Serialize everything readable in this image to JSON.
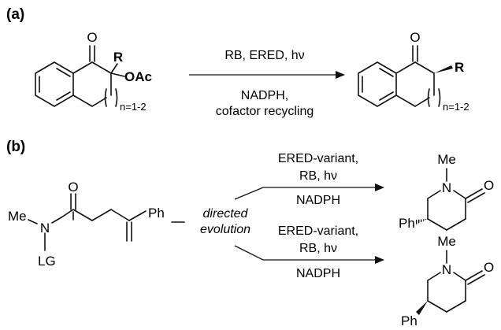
{
  "panel_a": {
    "label": "(a)",
    "reactant": {
      "carbonyl": "O",
      "substituent": "R",
      "leaving_group": "OAc",
      "ring_index": "n=1-2"
    },
    "conditions_above": "RB, ERED, hν",
    "conditions_below_1": "NADPH,",
    "conditions_below_2": "cofactor recycling",
    "product": {
      "carbonyl": "O",
      "substituent": "R",
      "ring_index": "n=1-2"
    }
  },
  "panel_b": {
    "label": "(b)",
    "substrate": {
      "methyl": "Me",
      "nitrogen": "N",
      "carbonyl": "O",
      "leaving_group": "LG",
      "aryl": "Ph"
    },
    "directed_1": "directed",
    "directed_2": "evolution",
    "upper": {
      "cond_1": "ERED-variant,",
      "cond_2": "RB, hν",
      "cond_3": "NADPH"
    },
    "lower": {
      "cond_1": "ERED-variant,",
      "cond_2": "RB, hν",
      "cond_3": "NADPH"
    },
    "product_upper": {
      "methyl": "Me",
      "nitrogen": "N",
      "carbonyl": "O",
      "aryl": "Ph"
    },
    "product_lower": {
      "methyl": "Me",
      "nitrogen": "N",
      "carbonyl": "O",
      "aryl": "Ph"
    }
  }
}
